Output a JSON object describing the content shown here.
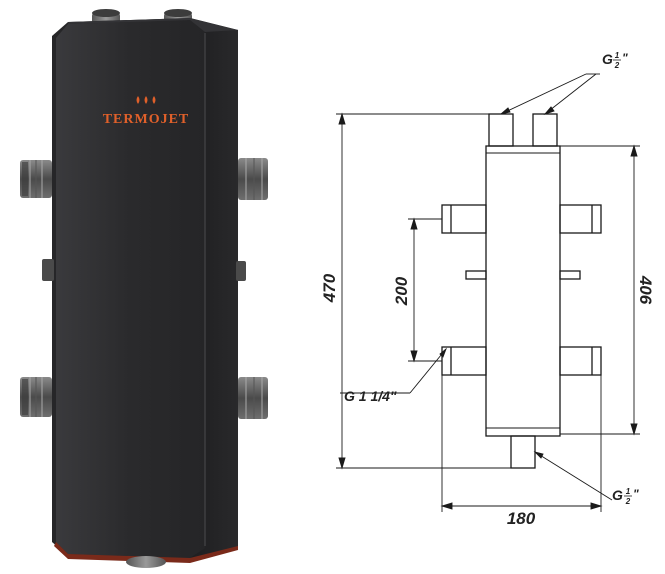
{
  "product": {
    "brand": "TERMOJET",
    "colors": {
      "body": "#2b2b2d",
      "fittings": "#6b6b6b",
      "brand": "#e0602a"
    }
  },
  "drawing": {
    "dims": {
      "height_total": "470",
      "height_body": "406",
      "spacing": "200",
      "width": "180"
    },
    "threads": {
      "top": "G",
      "side": "G 1 1/4\"",
      "bottom": "G"
    },
    "fraction": {
      "num": "1",
      "den": "2",
      "mark": "\""
    }
  }
}
